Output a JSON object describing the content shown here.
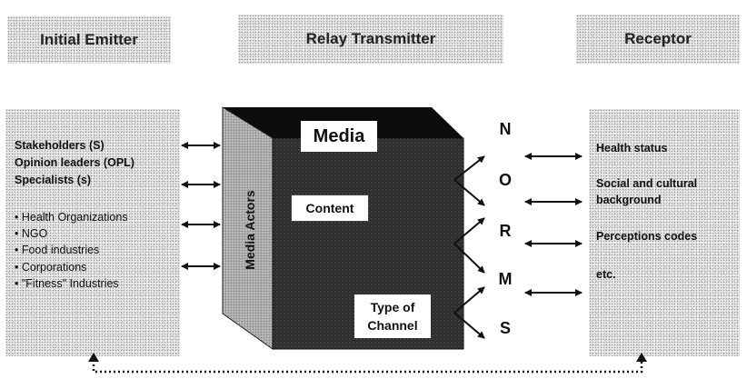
{
  "headers": {
    "initial_emitter": "Initial Emitter",
    "relay_transmitter": "Relay Transmitter",
    "receptor": "Receptor"
  },
  "emitters": {
    "groups": [
      "Stakeholders (S)",
      "Opinion leaders (OPL)",
      "Specialists (s)"
    ],
    "organizations": [
      "• Health Organizations",
      "• NGO",
      "• Food industries",
      "• Corporations",
      "• \"Fitness\" Industries"
    ]
  },
  "cube": {
    "top_label": "Media",
    "side_label": "Media Actors",
    "content_label": "Content",
    "channel_label_1": "Type of",
    "channel_label_2": "Channel"
  },
  "norms": [
    "N",
    "O",
    "R",
    "M",
    "S"
  ],
  "receptor": {
    "items": [
      "Health status",
      "Social and cultural",
      "background",
      "Perceptions codes",
      "etc."
    ]
  }
}
